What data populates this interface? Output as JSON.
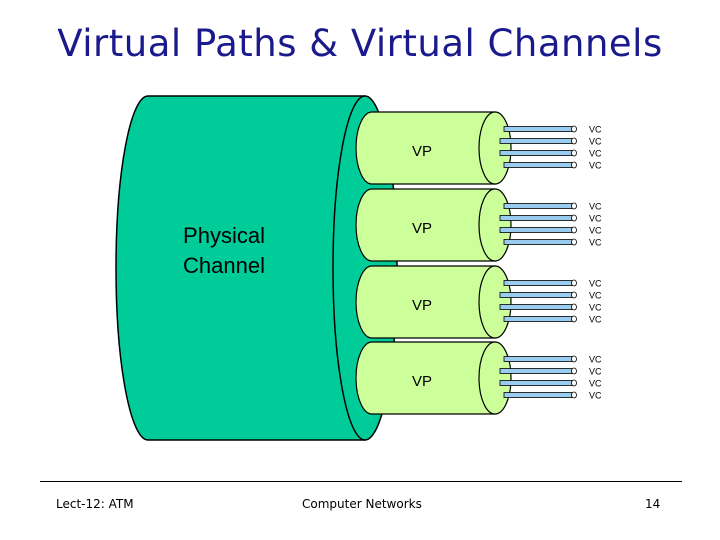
{
  "title": "Virtual Paths & Virtual Channels",
  "physical_channel_label": [
    "Physical",
    "Channel"
  ],
  "colors": {
    "title": "#1a1a8c",
    "cable": "#00cc99",
    "vp": "#ccff99",
    "wire": "#99ccee"
  },
  "paths": [
    {
      "label": "VP",
      "channels": [
        "VC",
        "VC",
        "VC",
        "VC"
      ]
    },
    {
      "label": "VP",
      "channels": [
        "VC",
        "VC",
        "VC",
        "VC"
      ]
    },
    {
      "label": "VP",
      "channels": [
        "VC",
        "VC",
        "VC",
        "VC"
      ]
    },
    {
      "label": "VP",
      "channels": [
        "VC",
        "VC",
        "VC",
        "VC"
      ]
    }
  ],
  "footer": {
    "left": "Lect-12: ATM",
    "center": "Computer Networks",
    "page": "14"
  }
}
